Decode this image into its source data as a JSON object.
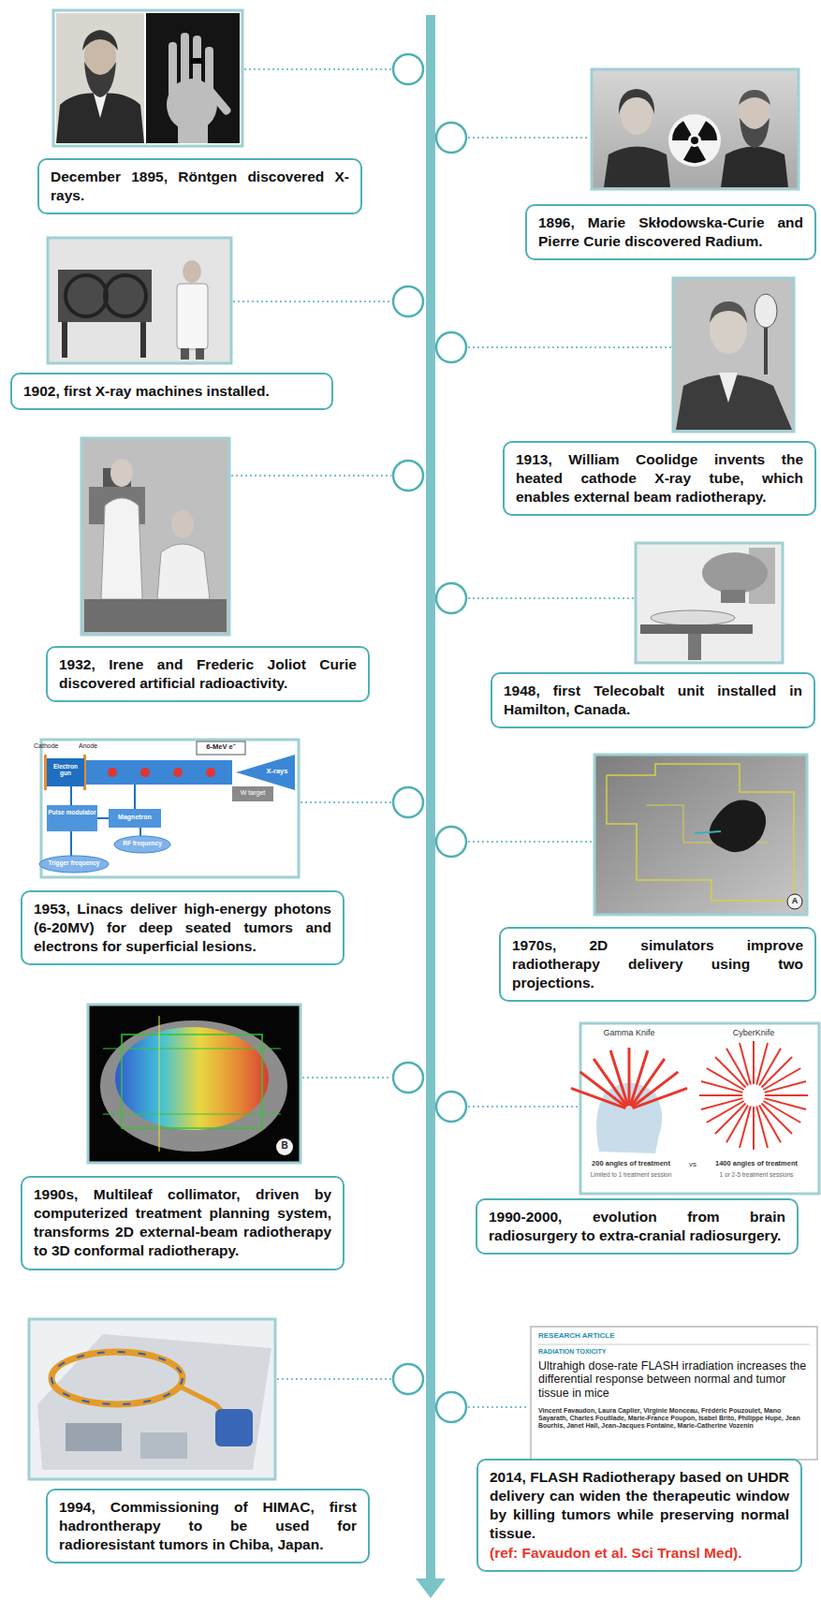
{
  "diagram": {
    "nodes": [
      {
        "text": [
          "December 1895, Röntgen discovered X-rays."
        ]
      },
      {
        "text": [
          "1896, Marie Skłodowska-Curie and Pierre Curie discovered Radium."
        ]
      },
      {
        "text": [
          "1902, first X-ray machines installed."
        ]
      },
      {
        "text": [
          "1913, William Coolidge invents the heated cathode X-ray tube, which enables external beam radiotherapy."
        ]
      },
      {
        "text": [
          "1932, Irene and Frederic Joliot Curie discovered artificial radioactivity."
        ]
      },
      {
        "text": [
          "1948, first Telecobalt unit installed in Hamilton, Canada."
        ]
      },
      {
        "text": [
          "1953, Linacs deliver high-energy photons (6-20MV) for deep seated tumors and electrons for superficial lesions."
        ]
      },
      {
        "text": [
          "1970s, 2D simulators improve radiotherapy delivery using two projections."
        ]
      },
      {
        "text": [
          "1990s, Multileaf collimator, driven by computerized treatment planning system, transforms 2D external-beam radiotherapy to 3D conformal radiotherapy."
        ]
      },
      {
        "text": [
          "1990-2000, evolution from brain radiosurgery to extra-cranial radiosurgery."
        ]
      },
      {
        "text": [
          "1994, Commissioning of HIMAC, first hadrontherapy to be used for radioresistant tumors in Chiba, Japan."
        ]
      },
      {
        "text": [
          "2014, FLASH Radiotherapy based on UHDR delivery can widen the therapeutic window by killing tumors while preserving normal tissue.",
          "(ref: Favaudon et al. Sci Transl Med)."
        ]
      }
    ],
    "labels": [
      "Cathode",
      "Anode",
      "Electron gun",
      "6-MeV e⁻",
      "X-rays",
      "W target",
      "Pulse modulator",
      "Magnetron",
      "RF frequency",
      "Trigger frequency",
      "A",
      "Gamma Knife",
      "CyberKnife",
      "200 angles of treatment",
      "Limited to 1 treatment session",
      "vs",
      "1400 angles of treatment",
      "1 or 2-5 treatment sessions",
      "B",
      "RESEARCH ARTICLE",
      "RADIATION TOXICITY",
      "Ultrahigh dose-rate FLASH irradiation increases the differential response between normal and tumor tissue in mice",
      "Vincent Favaudon, Laura Caplier, Virginie Monceau, Frédéric Pouzoulet, Mano Sayarath, Charles Fouillade, Marie-France Poupon, Isabel Brito, Philippe Hupé, Jean Bourhis, Janet Hall, Jean-Jacques Fontaine, Marie-Catherine Vozenin"
    ]
  }
}
